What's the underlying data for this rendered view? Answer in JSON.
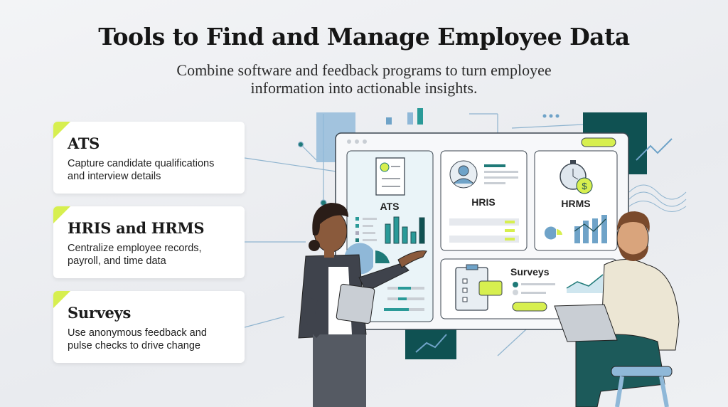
{
  "header": {
    "title": "Tools to Find and Manage Employee Data",
    "subtitle": "Combine software and feedback programs to turn employee information into actionable insights."
  },
  "cards": [
    {
      "title": "ATS",
      "description": "Capture candidate qualifications and interview details"
    },
    {
      "title": "HRIS and HRMS",
      "description": "Centralize employee records, payroll, and time data"
    },
    {
      "title": "Surveys",
      "description": "Use anonymous feedback and pulse checks to drive change"
    }
  ],
  "dashboard": {
    "panels": [
      "ATS",
      "HRIS",
      "HRMS",
      "Surveys"
    ],
    "currency_symbol": "$"
  },
  "colors": {
    "accent": "#d7ef4f",
    "teal": "#1f7a78",
    "dark_teal": "#0f5152",
    "blue": "#6fa3c8"
  }
}
